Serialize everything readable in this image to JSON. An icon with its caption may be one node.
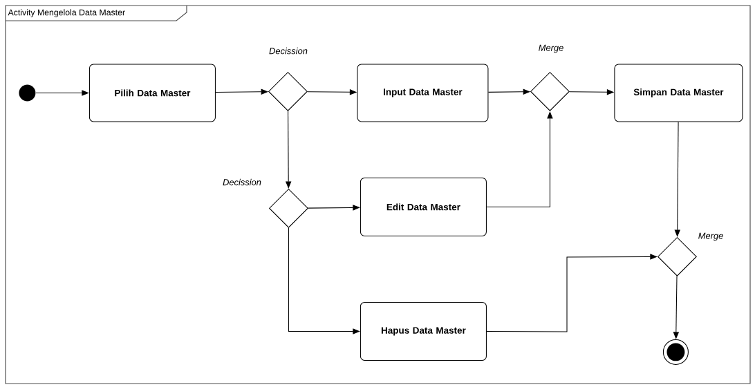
{
  "diagram": {
    "nodes": [
      {
        "text": [
          "Activity Mengelola Data Master"
        ]
      },
      {
        "text": [],
        "shape": "circle",
        "in": 0
      },
      {
        "text": [
          "Pilih Data Master"
        ],
        "in": 0
      },
      {
        "text": [],
        "shape": "diamond",
        "beside": [
          "Decission"
        ],
        "in": 0
      },
      {
        "text": [
          "Input Data Master"
        ],
        "in": 0
      },
      {
        "text": [],
        "shape": "diamond",
        "beside": [
          "Merge"
        ],
        "in": 0
      },
      {
        "text": [
          "Simpan Data Master"
        ],
        "in": 0
      },
      {
        "text": [],
        "shape": "diamond",
        "beside": [
          "Decission"
        ],
        "in": 0
      },
      {
        "text": [
          "Edit Data Master"
        ],
        "in": 0
      },
      {
        "text": [
          "Hapus Data Master"
        ],
        "in": 0
      },
      {
        "text": [],
        "shape": "diamond",
        "beside": [
          "Merge"
        ],
        "in": 0
      },
      {
        "text": [],
        "shape": "circle",
        "in": 0
      }
    ],
    "edges": [
      {
        "from": 1,
        "to": 2,
        "arrow": "to"
      },
      {
        "from": 2,
        "to": 3,
        "arrow": "to"
      },
      {
        "from": 3,
        "to": 4,
        "arrow": "to"
      },
      {
        "from": 4,
        "to": 5,
        "arrow": "to"
      },
      {
        "from": 5,
        "to": 6,
        "arrow": "to"
      },
      {
        "from": 3,
        "to": 7,
        "arrow": "to"
      },
      {
        "from": 7,
        "to": 8,
        "arrow": "to"
      },
      {
        "from": 8,
        "to": 5,
        "arrow": "to"
      },
      {
        "from": 7,
        "to": 9,
        "arrow": "to"
      },
      {
        "from": 9,
        "to": 10,
        "arrow": "to"
      },
      {
        "from": 6,
        "to": 10,
        "arrow": "to"
      },
      {
        "from": 10,
        "to": 11,
        "arrow": "to"
      }
    ]
  }
}
